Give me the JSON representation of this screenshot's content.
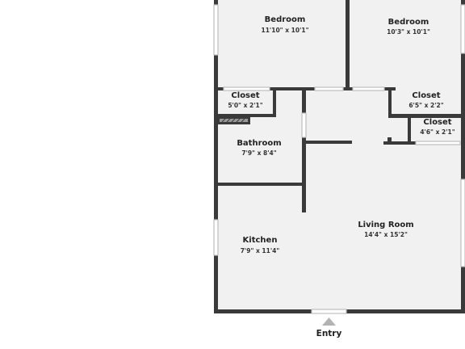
{
  "colors": {
    "floor": "#f1f1f1",
    "wall": "#3a3a3a",
    "window": "#bfbfbf",
    "entry_arrow": "#b3b3b3"
  },
  "rooms": [
    {
      "name": "Bedroom",
      "dims": "11'10\" x 10'1\""
    },
    {
      "name": "Bedroom",
      "dims": "10'3\" x 10'1\""
    },
    {
      "name": "Closet",
      "dims": "5'0\" x 2'1\""
    },
    {
      "name": "Closet",
      "dims": "6'5\" x 2'2\""
    },
    {
      "name": "Closet",
      "dims": "4'6\" x 2'1\""
    },
    {
      "name": "Bathroom",
      "dims": "7'9\" x 8'4\""
    },
    {
      "name": "Kitchen",
      "dims": "7'9\" x 11'4\""
    },
    {
      "name": "Living Room",
      "dims": "14'4\" x 15'2\""
    }
  ],
  "entry": {
    "label": "Entry",
    "icon": "up-triangle"
  }
}
